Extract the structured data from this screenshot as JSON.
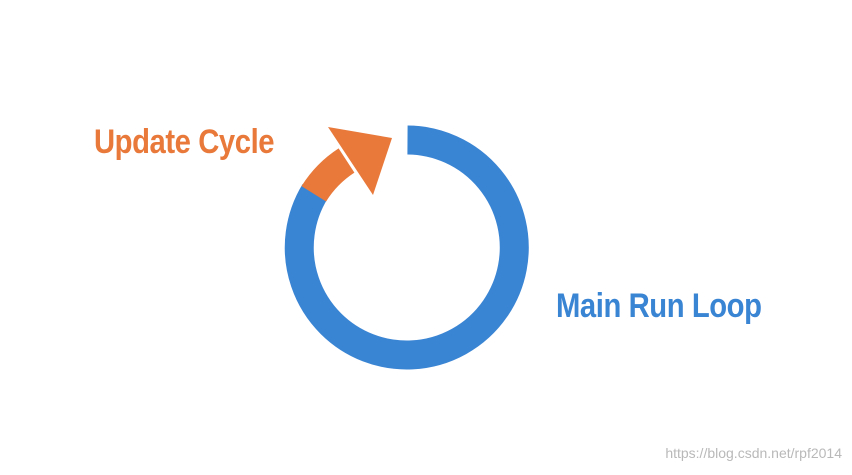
{
  "labels": {
    "update_cycle": "Update Cycle",
    "main_run_loop": "Main Run Loop"
  },
  "watermark": "https://blog.csdn.net/rpf2014",
  "colors": {
    "update_cycle": "#e8793a",
    "main_run_loop": "#3a84d4",
    "background": "#ffffff"
  },
  "icons": {
    "loop_ring": "circular-loop-ring",
    "update_arrow": "curved-arrow-up-right"
  }
}
